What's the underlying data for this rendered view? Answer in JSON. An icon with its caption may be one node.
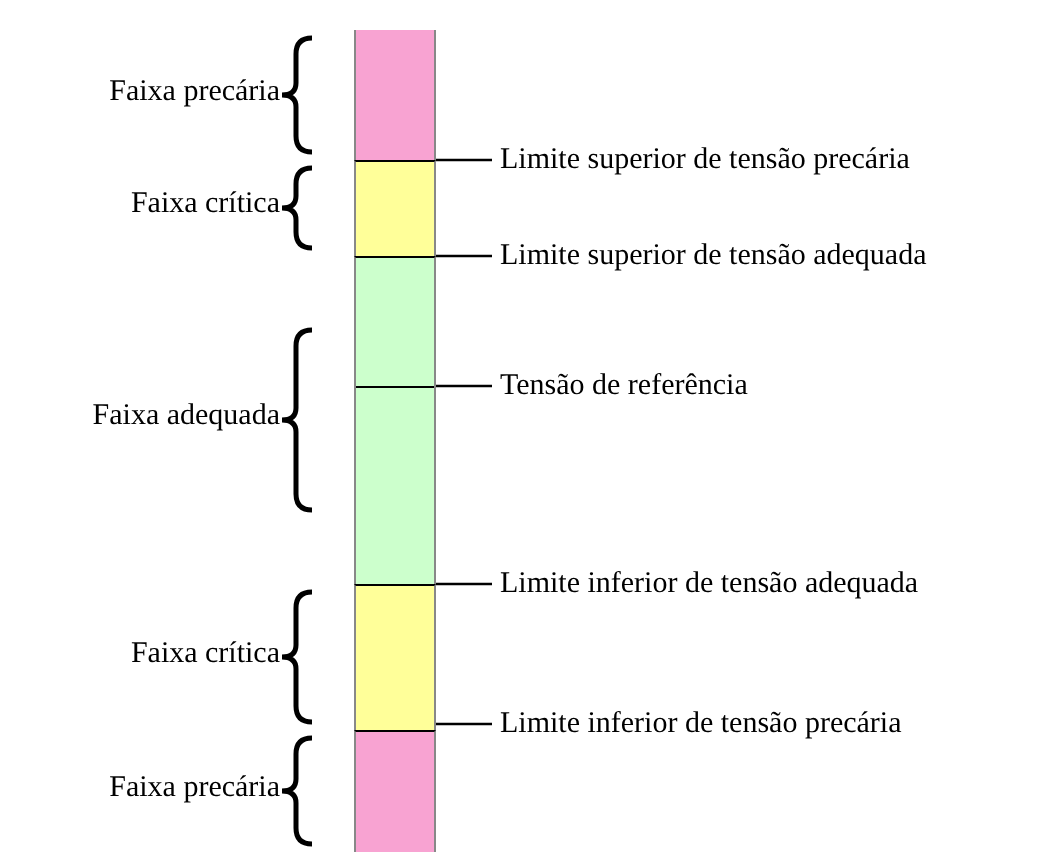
{
  "diagram": {
    "nodes": [
      {
        "text": [],
        "shape": "bar",
        "beside": [
          "Faixa precária"
        ]
      },
      {
        "text": [],
        "shape": "bar",
        "beside": [
          "Faixa crítica"
        ]
      },
      {
        "text": [],
        "shape": "bar",
        "beside": [
          "Faixa adequada"
        ]
      },
      {
        "text": [],
        "shape": "bar",
        "beside": [
          "Faixa crítica"
        ]
      },
      {
        "text": [],
        "shape": "bar",
        "beside": [
          "Faixa precária"
        ]
      },
      {
        "text": [
          "Limite superior de tensão precária"
        ]
      },
      {
        "text": [
          "Limite superior de tensão adequada"
        ]
      },
      {
        "text": [
          "Tensão de referência"
        ]
      },
      {
        "text": [
          "Limite inferior de tensão adequada"
        ]
      },
      {
        "text": [
          "Limite inferior de tensão precária"
        ]
      }
    ],
    "edges": [
      {
        "from": 5,
        "to": 1,
        "arrow": "none"
      },
      {
        "from": 6,
        "to": 2,
        "arrow": "none"
      },
      {
        "from": 7,
        "to": 2,
        "arrow": "none"
      },
      {
        "from": 8,
        "to": 3,
        "arrow": "none"
      },
      {
        "from": 9,
        "to": 3,
        "arrow": "none"
      }
    ]
  }
}
